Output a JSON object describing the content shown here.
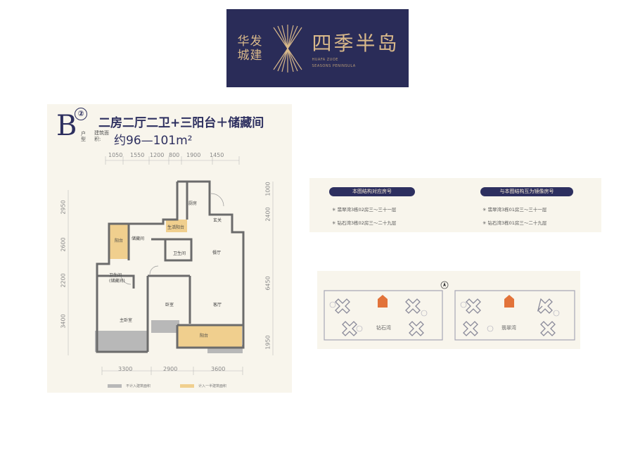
{
  "logo": {
    "developer_cn": "华发\n城建",
    "project_cn": "四季半岛",
    "project_en_line1": "HUAFA ZUOE",
    "project_en_line2": "SEASONS PENINSULA",
    "bg_color": "#2a2c58",
    "gold_color": "#d9b98a"
  },
  "unit": {
    "letter": "B",
    "variant": "②",
    "unit_type_label": "户型",
    "layout": "二房二厅二卫+三阳台＋储藏间",
    "area_label": "建筑面积:",
    "area_value": "约96—101m²"
  },
  "floorplan": {
    "top_dims": [
      "1050",
      "1550",
      "1200",
      "800",
      "1900",
      "1450"
    ],
    "bottom_dims": [
      "3300",
      "2900",
      "3600"
    ],
    "left_dims": [
      "2950",
      "2600",
      "2200",
      "3400"
    ],
    "right_dims": [
      "1000",
      "2400",
      "6450",
      "1950"
    ],
    "rooms": {
      "kitchen": "厨房",
      "entrance": "玄关",
      "service_balcony": "生活阳台",
      "balcony_small": "阳台",
      "storage": "储藏间",
      "bath_public": "卫生间",
      "bath_master": "卫生间",
      "bath_master_note": "(储藏间)",
      "dining": "餐厅",
      "living": "客厅",
      "bedroom": "卧室",
      "master_bedroom": "主卧室",
      "balcony_main": "阳台"
    }
  },
  "legend": {
    "excluded": "不计入建筑面积",
    "half": "计入一半建筑面积",
    "excluded_color": "#b8b8b8",
    "half_color": "#f0cf8e"
  },
  "corresponding": {
    "title": "本图结构对应房号",
    "items": [
      "翡翠湾3栋02房三～三十一层",
      "钻石湾3栋02房三～二十九层"
    ]
  },
  "mirror": {
    "title": "与本图结构互为镜像房号",
    "items": [
      "翡翠湾3栋01房三～三十一层",
      "钻石湾3栋01房三～二十九层"
    ]
  },
  "sitemap": {
    "zone_left": "钻石湾",
    "zone_right": "翡翠湾",
    "marker_color": "#e2733a"
  }
}
